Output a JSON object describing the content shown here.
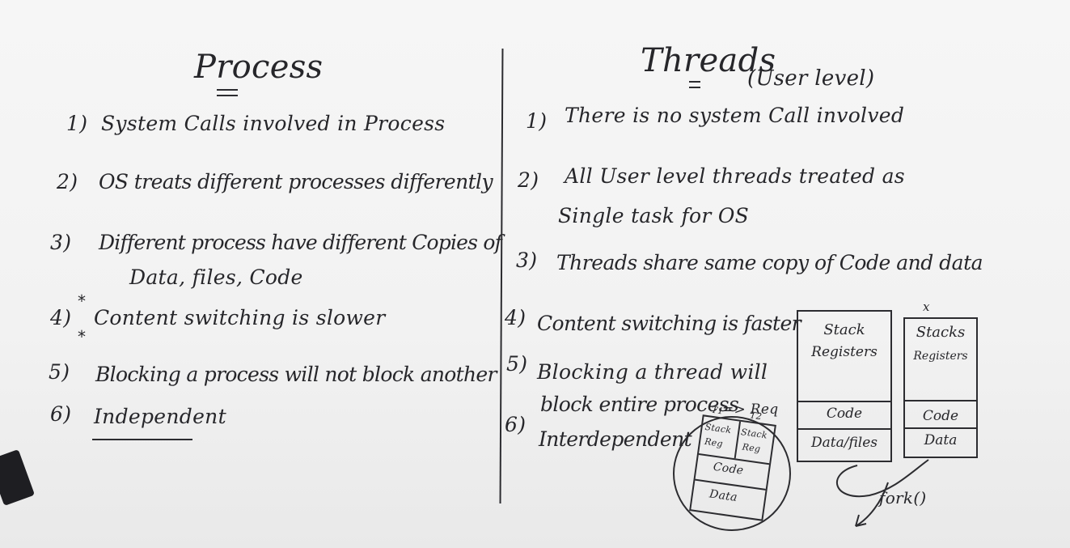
{
  "left": {
    "title": "Process",
    "items": [
      {
        "num": "1)",
        "text": "System Calls involved in Process"
      },
      {
        "num": "2)",
        "text": "OS treats different processes differently"
      },
      {
        "num": "3)",
        "text": "Different process have different Copies of",
        "text2": "Data, files, Code"
      },
      {
        "num": "4)",
        "text": "Content switching is slower"
      },
      {
        "num": "5)",
        "text": "Blocking a process will not block another"
      },
      {
        "num": "6)",
        "text": "Independent"
      }
    ]
  },
  "right": {
    "title": "Threads",
    "subtitle": "(User level)",
    "items": [
      {
        "num": "1)",
        "text": "There is no system Call involved"
      },
      {
        "num": "2)",
        "text": "All User level threads treated as",
        "text2": "Single task for OS"
      },
      {
        "num": "3)",
        "text": "Threads share same copy of Code and data"
      },
      {
        "num": "4)",
        "text": "Content switching is faster"
      },
      {
        "num": "5)",
        "text": "Blocking a thread will",
        "text2": "block entire process"
      },
      {
        "num": "6)",
        "text": "Interdependent"
      }
    ]
  },
  "diagram": {
    "stack_label": "Stack",
    "stack_label2": "Stacks",
    "registers_label": "Registers",
    "code_label": "Code",
    "data_files_label": "Data/files",
    "data_label": "Data",
    "x_mark": "x",
    "arrow_req": "=> Req",
    "fork_label": "fork()",
    "mini_t1": "T1",
    "mini_t2": "T2",
    "mini_stack": "Stack",
    "mini_reg": "Reg",
    "mini_code": "Code",
    "mini_data": "Data"
  }
}
